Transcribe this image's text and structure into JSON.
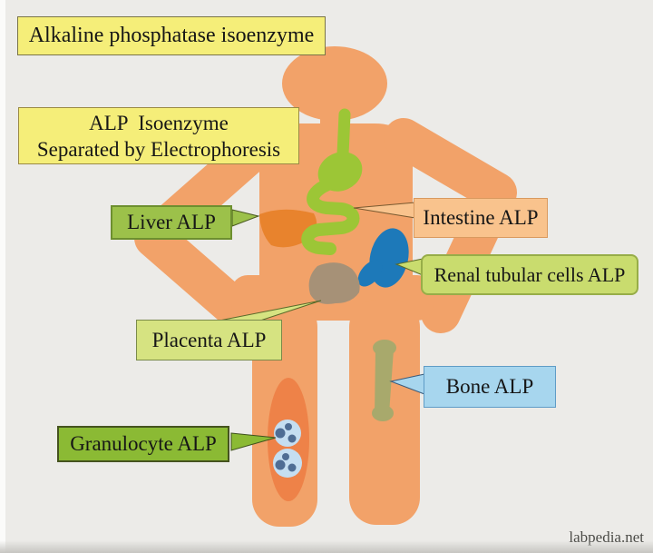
{
  "header": {
    "title": "Alkaline phosphatase isoenzyme"
  },
  "subtitle": {
    "line1": "ALP  Isoenzyme",
    "line2": "Separated by Electrophoresis"
  },
  "callouts": {
    "liver": {
      "text": "Liver ALP",
      "box_color": "#9cc14a"
    },
    "intestine": {
      "text": "Intestine ALP",
      "box_color": "#f9c38d"
    },
    "renal": {
      "text": "Renal tubular cells ALP",
      "box_color": "#c9dc6e"
    },
    "placenta": {
      "text": "Placenta ALP",
      "box_color": "#d6e381"
    },
    "bone": {
      "text": "Bone ALP",
      "box_color": "#a7d6ee"
    },
    "granulocyte": {
      "text": "Granulocyte ALP",
      "box_color": "#8bba34"
    }
  },
  "watermark": {
    "text": "labpedia.net"
  },
  "colors": {
    "background": "#ecebe8",
    "body": "#f2a269",
    "liver_organ": "#e8832d",
    "digestive_tract": "#9cc636",
    "kidney": "#1d79b9",
    "placenta_organ": "#a69177",
    "bone_organ": "#a8a96c",
    "vessel": "#ee8248",
    "granulocyte_cell": "#c5def1",
    "granule_dot": "#4f6d94",
    "title_box": "#f5ee79"
  }
}
